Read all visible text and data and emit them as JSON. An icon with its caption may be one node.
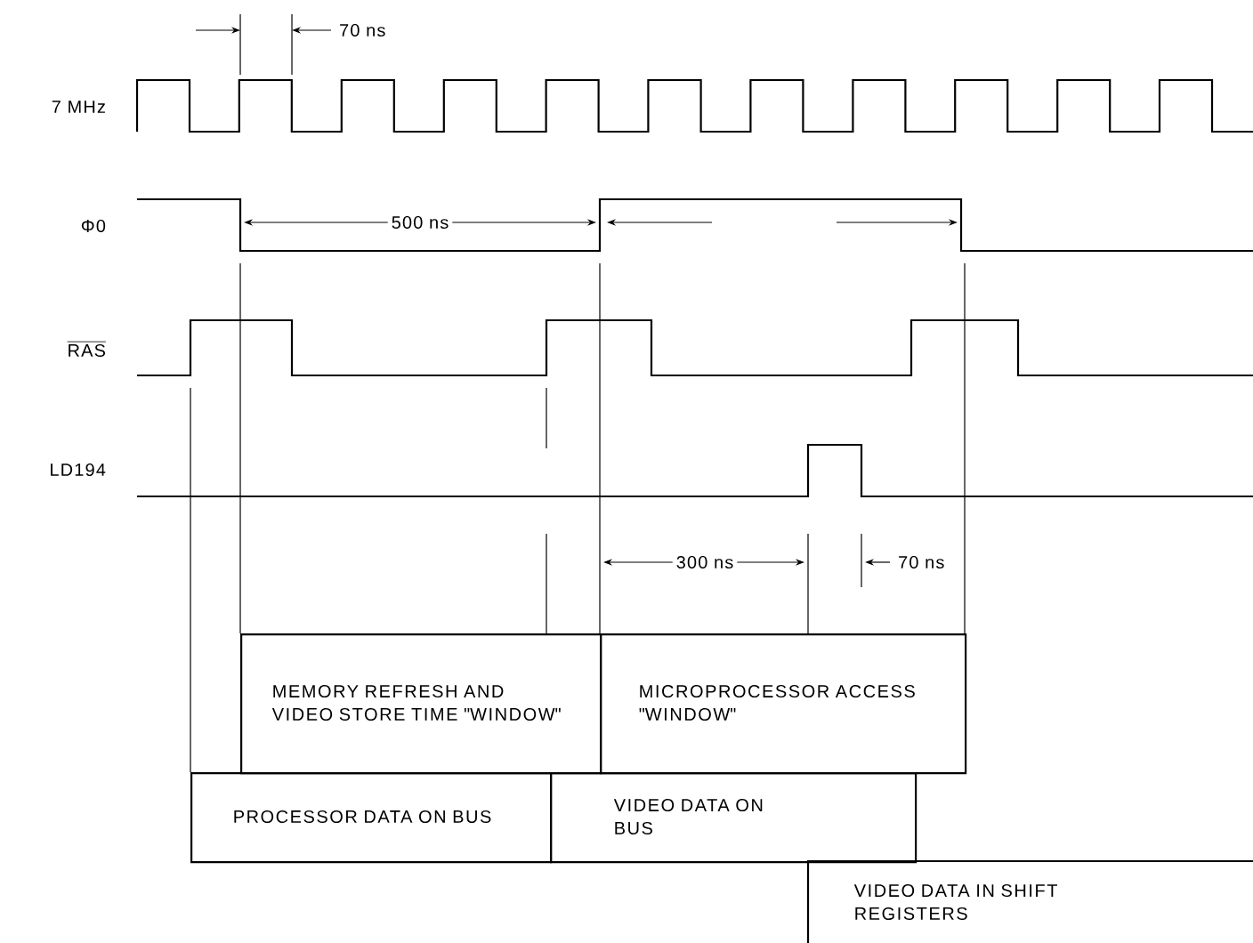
{
  "diagram": {
    "nodes": [
      {
        "text": [
          "MEMORY REFRESH AND VIDEO STORE TIME \"WINDOW\""
        ]
      },
      {
        "text": [
          "MICROPROCESSOR ACCESS \"WINDOW\""
        ]
      },
      {
        "text": [
          "PROCESSOR DATA ON BUS"
        ]
      },
      {
        "text": [
          "VIDEO DATA ON BUS"
        ]
      },
      {
        "text": [
          "VIDEO DATA IN SHIFT REGISTERS"
        ]
      }
    ],
    "labels": [
      "70 ns",
      "7 MHz",
      "Φ0",
      "500 ns",
      "RAS",
      "LD194",
      "300 ns",
      "70 ns"
    ]
  }
}
